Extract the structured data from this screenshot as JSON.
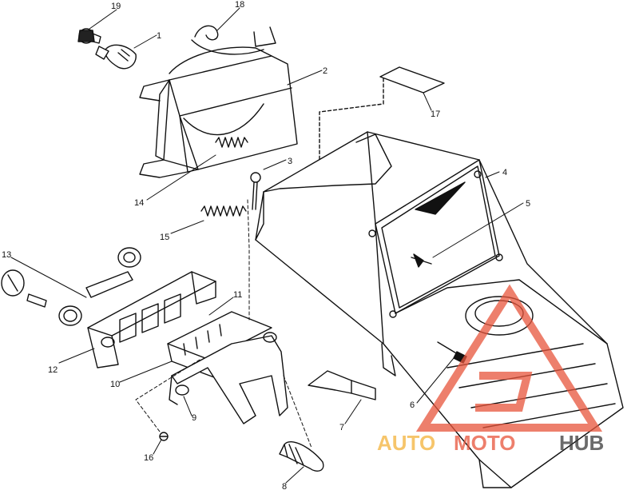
{
  "diagram": {
    "callouts": [
      "1",
      "2",
      "3",
      "4",
      "5",
      "6",
      "7",
      "8",
      "9",
      "10",
      "11",
      "12",
      "13",
      "14",
      "15",
      "16",
      "17",
      "18",
      "19"
    ]
  },
  "watermark": {
    "text_auto": "AUTO",
    "text_moto": "MOTO",
    "text_hub": "HUB",
    "color_primary": "#e8553c",
    "color_accent": "#f3b23a",
    "color_dark": "#3a3a3a"
  }
}
